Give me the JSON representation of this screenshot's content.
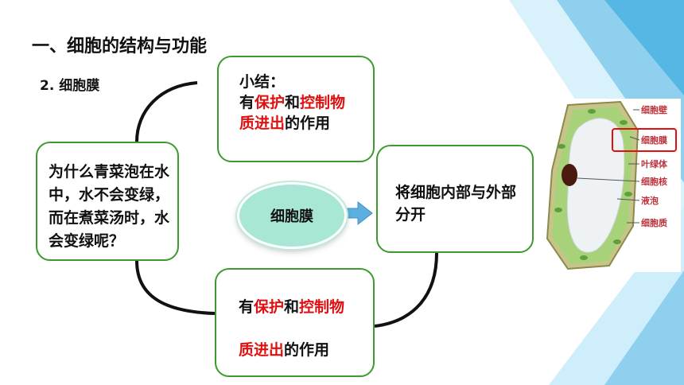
{
  "slide": {
    "title": "一、细胞的结构与功能",
    "subtitle": "2. 细胞膜"
  },
  "question_box": {
    "text": "为什么青菜泡在水中，水不会变绿，而在煮菜汤时，水会变绿呢？"
  },
  "summary_box": {
    "heading": "小结：",
    "prefix": "有",
    "protect": "保护",
    "and": "和",
    "control": "控制物",
    "material": "质进出",
    "suffix": "的作用"
  },
  "function_box": {
    "text": "将细胞内部与外部分开"
  },
  "function_box_2": {
    "prefix": "有",
    "protect": "保护",
    "and": "和",
    "control": "控制物",
    "material": "质进出",
    "suffix": "的作用"
  },
  "center": {
    "label": "细胞膜"
  },
  "cell_figure": {
    "labels": [
      "细胞壁",
      "细胞膜",
      "叶绿体",
      "细胞核",
      "液泡",
      "细胞质"
    ]
  },
  "colors": {
    "box_border": "#3c9a2e",
    "emphasis": "#e01010",
    "oval_fill": "#a8e6d6",
    "arrow": "#5bb0e0",
    "deco_blue": "#8fd0ee"
  }
}
